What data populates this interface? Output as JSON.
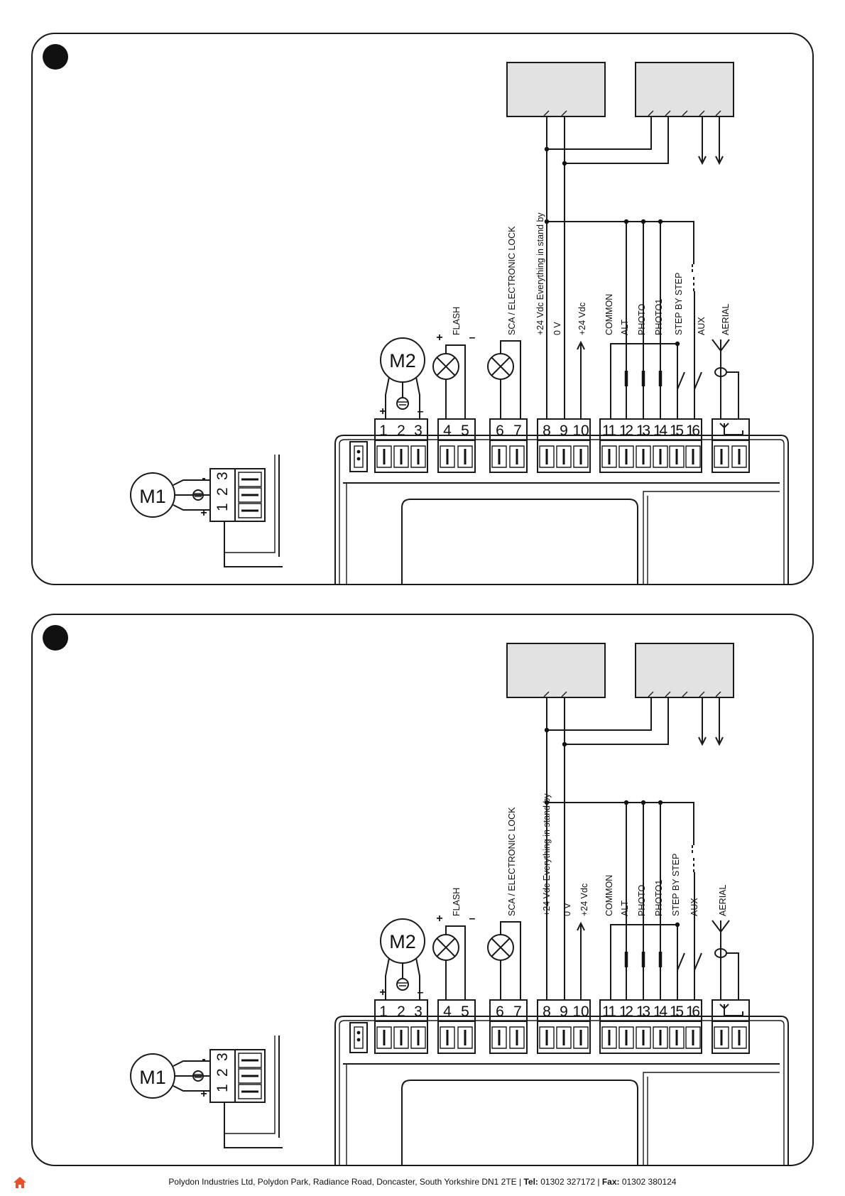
{
  "diagram": {
    "terminals": [
      "1",
      "2",
      "3",
      "4",
      "5",
      "6",
      "7",
      "8",
      "9",
      "10",
      "11",
      "12",
      "13",
      "14",
      "15",
      "16"
    ],
    "motors": {
      "m1": "M1",
      "m2": "M2"
    },
    "m1_terminals": [
      "1",
      "2",
      "3"
    ],
    "polarity": {
      "plus": "+",
      "minus": "–",
      "minus_short": "-"
    },
    "labels": {
      "flash": "FLASH",
      "sca": "SCA / ELECTRONIC LOCK",
      "standby": "+24 Vdc Everything in stand by",
      "zero_v": "0 V",
      "plus24": "+24 Vdc",
      "common": "COMMON",
      "alt": "ALT",
      "photo": "PHOTO",
      "photo1": "PHOTO1",
      "step": "STEP BY STEP",
      "aux": "AUX",
      "aerial": "AERIAL"
    }
  },
  "footer": {
    "address": "Polydon Industries Ltd, Polydon Park, Radiance Road, Doncaster, South Yorkshire DN1 2TE",
    "sep": " | ",
    "tel_label": "Tel:",
    "tel": " 01302 327172",
    "fax_label": "Fax:",
    "fax": " 01302 380124"
  },
  "colors": {
    "line": "#1a1a1a",
    "device_fill": "#e2e2e2",
    "home_icon": "#e8502a"
  }
}
